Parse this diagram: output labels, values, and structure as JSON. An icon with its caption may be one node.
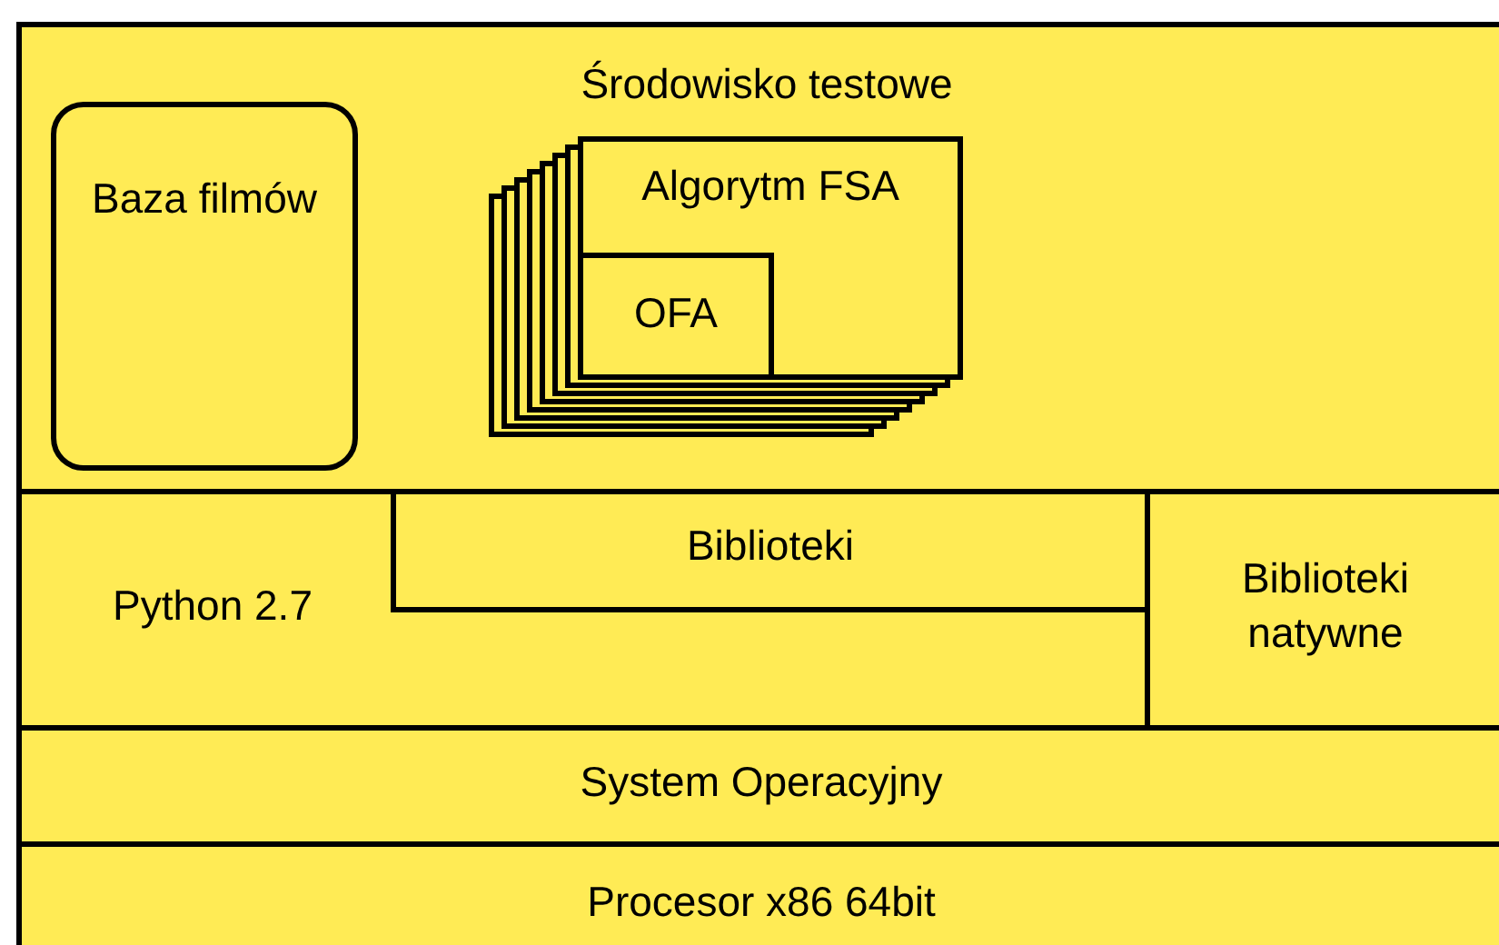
{
  "diagram": {
    "nodes": [
      {
        "text": [
          "Środowisko testowe"
        ]
      },
      {
        "text": [
          "Baza filmów"
        ],
        "in": 0
      },
      {
        "text": [
          "Algorytm FSA"
        ],
        "in": 0
      },
      {
        "text": [
          "OFA"
        ],
        "in": 2
      },
      {
        "text": [
          "Python 2.7"
        ]
      },
      {
        "text": [
          "Biblioteki"
        ],
        "in": 4
      },
      {
        "text": [
          "Biblioteki natywne"
        ]
      },
      {
        "text": [
          "System Operacyjny"
        ]
      },
      {
        "text": [
          "Procesor x86 64bit"
        ]
      }
    ]
  }
}
